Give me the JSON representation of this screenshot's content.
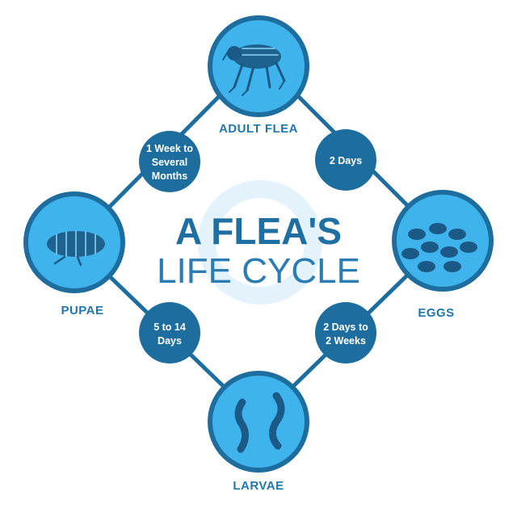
{
  "title": {
    "line1": "A FLEA'S",
    "line2": "LIFE CYCLE"
  },
  "stages": {
    "adult": {
      "label": "ADULT FLEA",
      "icon": "adult-flea-icon"
    },
    "eggs": {
      "label": "EGGS",
      "icon": "eggs-icon"
    },
    "larvae": {
      "label": "LARVAE",
      "icon": "larvae-icon"
    },
    "pupae": {
      "label": "PUPAE",
      "icon": "pupae-icon"
    }
  },
  "durations": {
    "adult_to_eggs": [
      "2 Days"
    ],
    "eggs_to_larvae": [
      "2 Days to",
      "2 Weeks"
    ],
    "larvae_to_pupae": [
      "5 to 14",
      "Days"
    ],
    "pupae_to_adult": [
      "1 Week to",
      "Several",
      "Months"
    ]
  },
  "colors": {
    "stage_fill": "#3fb4ec",
    "stage_ring": "#1d6e9e",
    "duration_fill": "#1d6e9e",
    "connector": "#1d6e9e",
    "title": "#1f6fa3",
    "center_ring": "#e4f3fb",
    "icon": "#1b5a86"
  }
}
